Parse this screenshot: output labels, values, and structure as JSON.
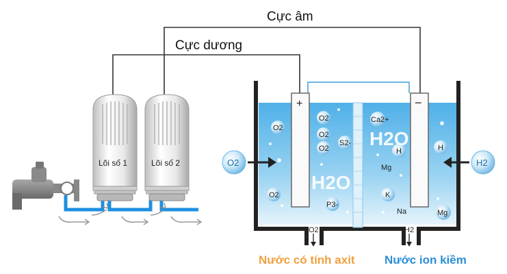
{
  "labels": {
    "cathode_wire": "Cực âm",
    "anode_wire": "Cực dương",
    "filter1": "Lõi số 1",
    "filter2": "Lõi số 2",
    "plus": "+",
    "minus": "−",
    "o2_outside": "O2",
    "h2_outside": "H2",
    "acid_water": "Nước có tính axit",
    "alkaline_water": "Nước ion kiềm",
    "outlet_left": "O2",
    "outlet_right": "H2",
    "h2o_left": "H2O",
    "h2o_right": "H2O"
  },
  "left_ions": [
    "O2",
    "O2",
    "O2",
    "O2",
    "O2",
    "S2-",
    "P3-"
  ],
  "right_ions": [
    "Ca2+",
    "H",
    "H",
    "Mg",
    "K",
    "Na",
    "Mg"
  ],
  "colors": {
    "acid_text": "#f0a040",
    "alkaline_text": "#2a8fd6",
    "water": "#7cc4ee",
    "pipe": "#1e90e0"
  }
}
